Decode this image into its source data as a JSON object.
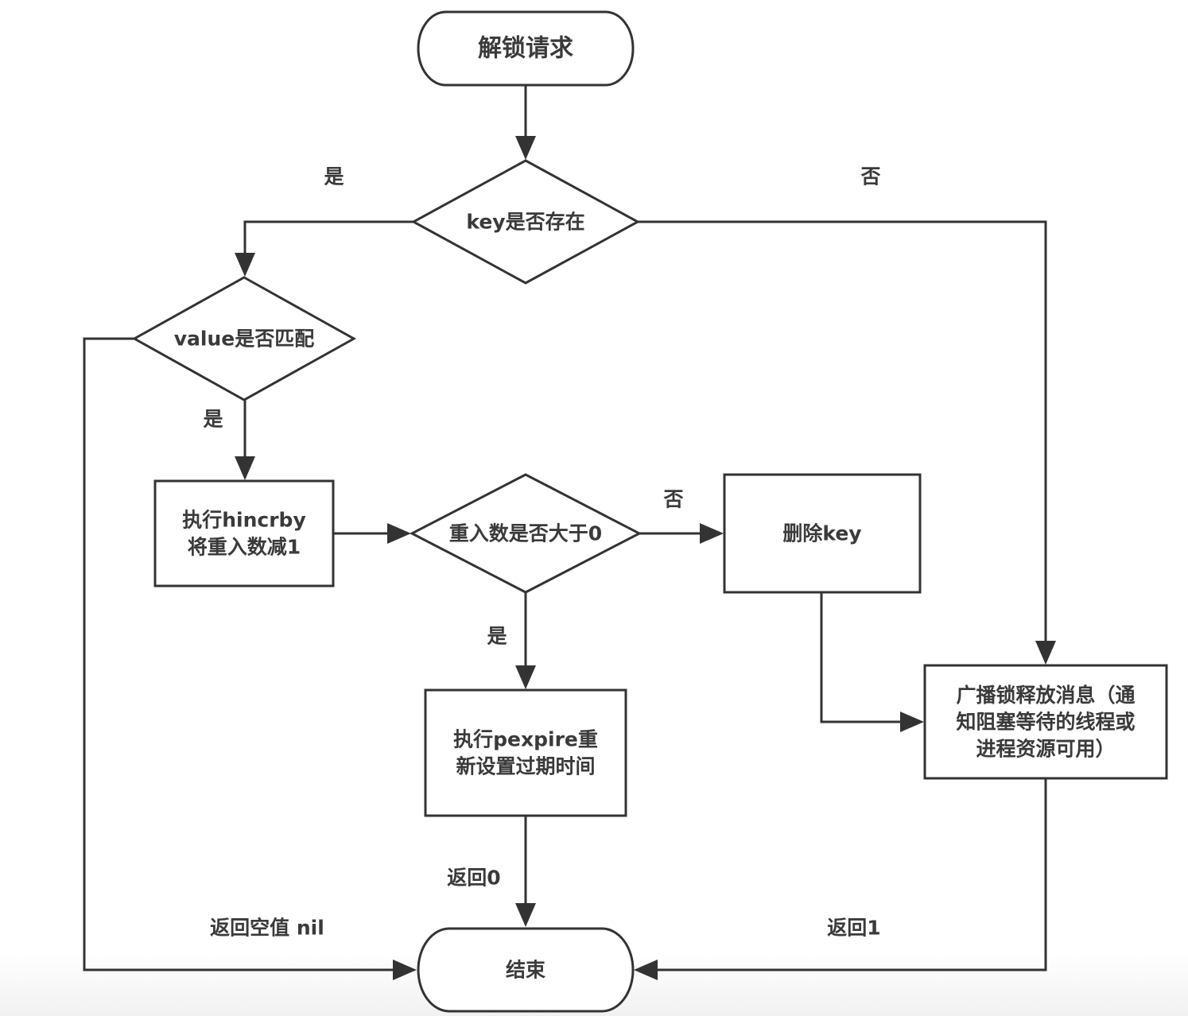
{
  "diagram": {
    "type": "flowchart",
    "colors": {
      "line": "#333333",
      "text": "#3a3a3a",
      "fill": "#ffffff"
    },
    "nodes": [
      {
        "id": "start",
        "kind": "terminal",
        "lines": [
          "解锁请求"
        ]
      },
      {
        "id": "key_exists",
        "kind": "decision",
        "lines": [
          "key是否存在"
        ]
      },
      {
        "id": "value_match",
        "kind": "decision",
        "lines": [
          "value是否匹配"
        ]
      },
      {
        "id": "hincrby",
        "kind": "process",
        "lines": [
          "执行hincrby",
          "将重入数减1"
        ]
      },
      {
        "id": "reentry_gt0",
        "kind": "decision",
        "lines": [
          "重入数是否大于0"
        ]
      },
      {
        "id": "delete_key",
        "kind": "process",
        "lines": [
          "删除key"
        ]
      },
      {
        "id": "pexpire",
        "kind": "process",
        "lines": [
          "执行pexpire重",
          "新设置过期时间"
        ]
      },
      {
        "id": "broadcast",
        "kind": "process",
        "lines": [
          "广播锁释放消息（通",
          "知阻塞等待的线程或",
          "进程资源可用）"
        ]
      },
      {
        "id": "end",
        "kind": "terminal",
        "lines": [
          "结束"
        ]
      }
    ],
    "edges": [
      {
        "from": "start",
        "to": "key_exists",
        "label": ""
      },
      {
        "from": "key_exists",
        "to": "value_match",
        "label": "是"
      },
      {
        "from": "key_exists",
        "to": "broadcast",
        "label": "否"
      },
      {
        "from": "value_match",
        "to": "hincrby",
        "label": "是"
      },
      {
        "from": "value_match",
        "to": "end",
        "label": "返回空值 nil"
      },
      {
        "from": "hincrby",
        "to": "reentry_gt0",
        "label": ""
      },
      {
        "from": "reentry_gt0",
        "to": "delete_key",
        "label": "否"
      },
      {
        "from": "reentry_gt0",
        "to": "pexpire",
        "label": "是"
      },
      {
        "from": "delete_key",
        "to": "broadcast",
        "label": ""
      },
      {
        "from": "pexpire",
        "to": "end",
        "label": "返回0"
      },
      {
        "from": "broadcast",
        "to": "end",
        "label": "返回1"
      }
    ]
  }
}
